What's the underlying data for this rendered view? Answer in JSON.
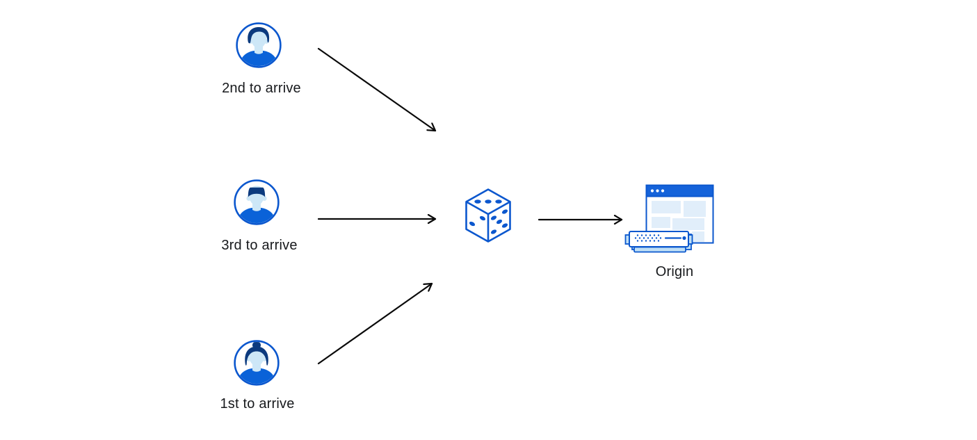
{
  "diagram": {
    "type": "flow",
    "description": "Three visitors arriving in order are routed via random selection (dice) to an origin server",
    "nodes": {
      "user_second": {
        "label": "2nd to arrive",
        "icon": "user-avatar-male-side-part"
      },
      "user_third": {
        "label": "3rd to arrive",
        "icon": "user-avatar-male-flat-top"
      },
      "user_first": {
        "label": "1st to arrive",
        "icon": "user-avatar-female-bun"
      },
      "random": {
        "icon": "dice-random-selection"
      },
      "origin": {
        "label": "Origin",
        "icon": "origin-browser-and-server"
      }
    },
    "edges": [
      {
        "from": "user_second",
        "to": "random"
      },
      {
        "from": "user_third",
        "to": "random"
      },
      {
        "from": "user_first",
        "to": "random"
      },
      {
        "from": "random",
        "to": "origin"
      }
    ]
  },
  "colors": {
    "background": "#ffffff",
    "stroke_blue": "#0b57ce",
    "titlebar_blue": "#1563da",
    "hair_navy": "#0c3a7e",
    "skin_light_blue": "#cde7f7",
    "shirt_blue": "#0a62d8",
    "panel_light_blue": "#e1eefa",
    "server_light_blue": "#bfdff5",
    "arrow_black": "#0a0a0a",
    "text_color": "#17191c"
  }
}
